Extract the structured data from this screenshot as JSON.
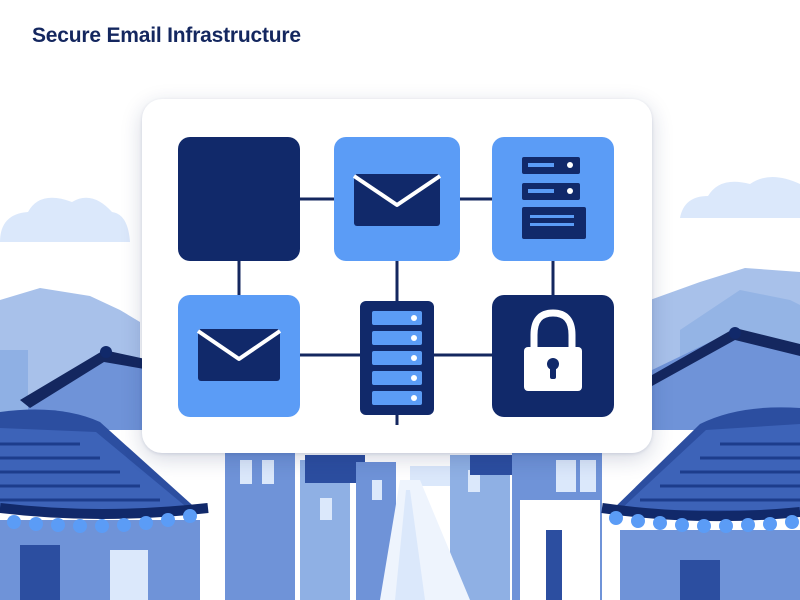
{
  "page": {
    "title": "Secure Email Infrastructure"
  },
  "diagram": {
    "nodes": [
      {
        "id": "node-dark-square",
        "icon": "blank-tile",
        "color": "#11296a"
      },
      {
        "id": "node-email-top",
        "icon": "envelope-icon",
        "color": "#5b9cf6"
      },
      {
        "id": "node-server-top",
        "icon": "server-icon",
        "color": "#5b9cf6"
      },
      {
        "id": "node-email-bottom",
        "icon": "envelope-icon",
        "color": "#5b9cf6"
      },
      {
        "id": "node-server-middle",
        "icon": "server-icon",
        "color": "#11296a"
      },
      {
        "id": "node-lock",
        "icon": "padlock-icon",
        "color": "#11296a"
      }
    ],
    "edges": [
      [
        "node-dark-square",
        "node-email-top"
      ],
      [
        "node-email-top",
        "node-server-top"
      ],
      [
        "node-dark-square",
        "node-email-bottom"
      ],
      [
        "node-email-top",
        "node-server-middle"
      ],
      [
        "node-server-top",
        "node-lock"
      ],
      [
        "node-email-bottom",
        "node-server-middle"
      ],
      [
        "node-server-middle",
        "node-lock"
      ]
    ]
  },
  "colors": {
    "navy": "#11296a",
    "accent_blue": "#5b9cf6",
    "sky": "#dbe8fb",
    "title": "#14275f"
  }
}
